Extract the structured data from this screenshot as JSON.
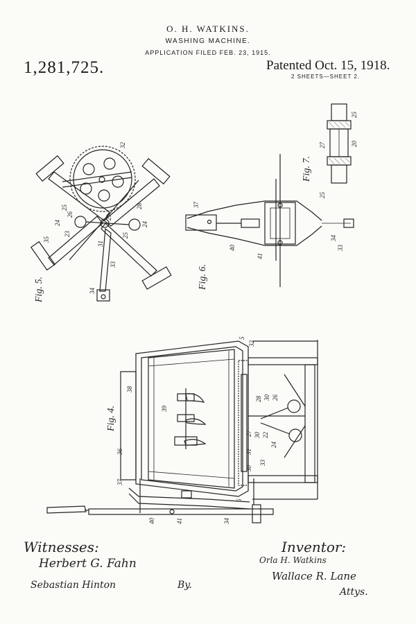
{
  "header": {
    "inventor_name": "O. H. WATKINS.",
    "title": "WASHING MACHINE.",
    "filed": "APPLICATION FILED FEB. 23, 1915.",
    "patent_number": "1,281,725.",
    "patented": "Patented Oct. 15, 1918.",
    "sheets": "2 SHEETS—SHEET 2."
  },
  "figures": {
    "fig5": "Fig. 5.",
    "fig6": "Fig. 6.",
    "fig7": "Fig. 7.",
    "fig4": "Fig. 4."
  },
  "refs": {
    "r32": "32",
    "r25": "25",
    "r26": "26",
    "r24": "24",
    "r23": "23",
    "r29": "29",
    "r31": "31",
    "r33": "33",
    "r34": "34",
    "r35": "35",
    "r37": "37",
    "r40": "40",
    "r41": "41",
    "r20": "20",
    "r27": "27",
    "r39": "39",
    "r38": "38",
    "r36": "36",
    "r5": "5",
    "r30": "30",
    "r6": "6",
    "r28": "28",
    "r22": "22"
  },
  "signatures": {
    "witnesses_label": "Witnesses:",
    "witness_1": "Herbert G. Fahn",
    "witness_2": "Sebastian Hinton",
    "by": "By.",
    "inventor_label": "Inventor:",
    "inventor_signature": "Orla H. Watkins",
    "attorney": "Wallace R. Lane",
    "attys": "Attys."
  }
}
